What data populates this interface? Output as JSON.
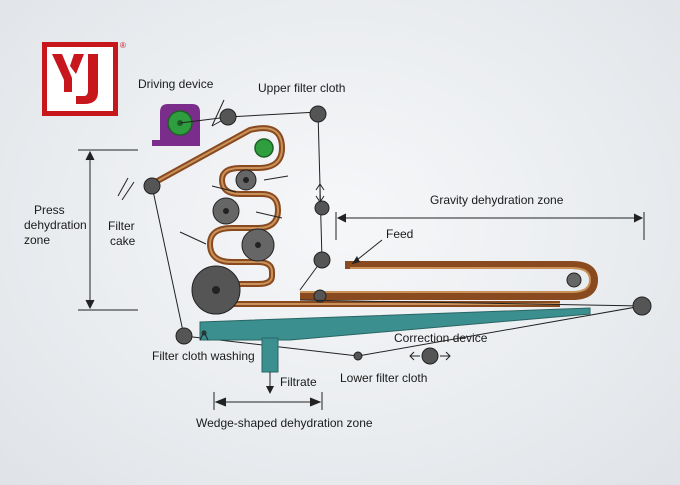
{
  "logo": {
    "registered_mark": "®",
    "color": "#c8161d"
  },
  "labels": {
    "driving_device": "Driving device",
    "upper_filter_cloth": "Upper filter cloth",
    "press_zone_line1": "Press",
    "press_zone_line2": "dehydration",
    "press_zone_line3": "zone",
    "filter_cake_line1": "Filter",
    "filter_cake_line2": "cake",
    "gravity_zone": "Gravity dehydration zone",
    "feed": "Feed",
    "correction_device": "Correction device",
    "filter_cloth_washing": "Filter cloth washing",
    "lower_filter_cloth": "Lower filter cloth",
    "filtrate": "Filtrate",
    "wedge_zone": "Wedge-shaped dehydration zone"
  },
  "colors": {
    "belt": "#8a4a1f",
    "belt_inner": "#c9925a",
    "roller": "#555555",
    "drive_motor": "#7b2d8b",
    "drive_pulley": "#2f9e3f",
    "wedge_tray": "#3c8f8f",
    "line": "#222222"
  },
  "icons": {
    "logo": "yj-logo-icon",
    "washing": "washing-nozzle-icon"
  }
}
